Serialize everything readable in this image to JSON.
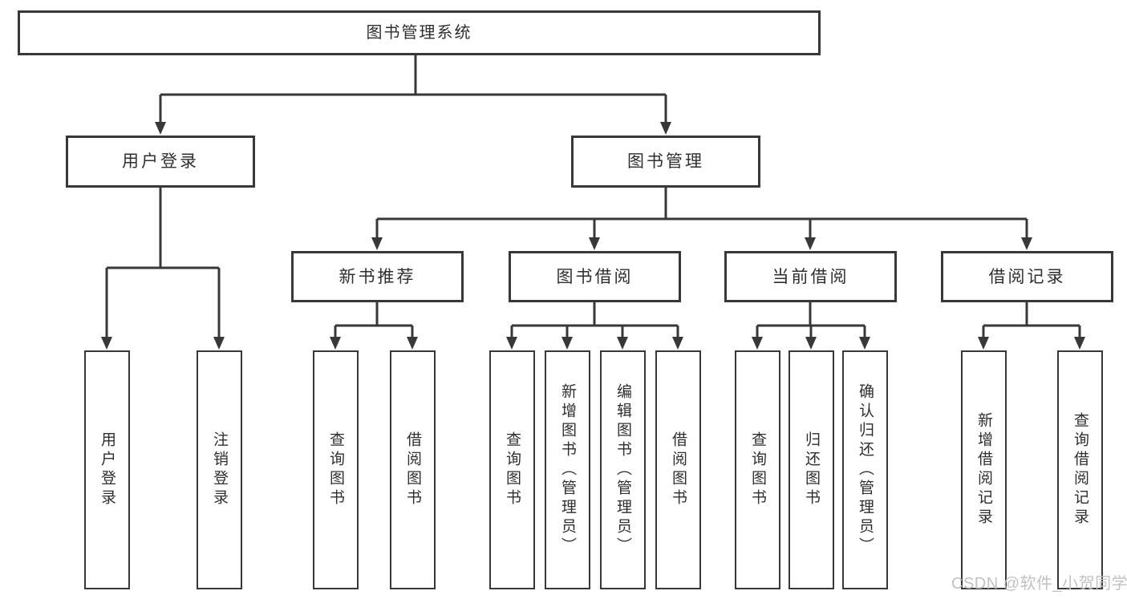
{
  "tree": {
    "root": {
      "label": "图书管理系统",
      "children": [
        {
          "label": "用户登录",
          "children": [
            {
              "label": "用户登录"
            },
            {
              "label": "注销登录"
            }
          ]
        },
        {
          "label": "图书管理",
          "children": [
            {
              "label": "新书推荐",
              "children": [
                {
                  "label": "查询图书"
                },
                {
                  "label": "借阅图书"
                }
              ]
            },
            {
              "label": "图书借阅",
              "children": [
                {
                  "label": "查询图书"
                },
                {
                  "label": "新增图书（管理员）"
                },
                {
                  "label": "编辑图书（管理员）"
                },
                {
                  "label": "借阅图书"
                }
              ]
            },
            {
              "label": "当前借阅",
              "children": [
                {
                  "label": "查询图书"
                },
                {
                  "label": "归还图书"
                },
                {
                  "label": "确认归还（管理员）"
                }
              ]
            },
            {
              "label": "借阅记录",
              "children": [
                {
                  "label": "新增借阅记录"
                },
                {
                  "label": "查询借阅记录"
                }
              ]
            }
          ]
        }
      ]
    }
  },
  "watermark": {
    "text": "CSDN @软件_小贺同学"
  },
  "colors": {
    "line": "#383838",
    "text": "#2f2f2f",
    "background": "#ffffff",
    "watermark": "#c2c2c2"
  }
}
